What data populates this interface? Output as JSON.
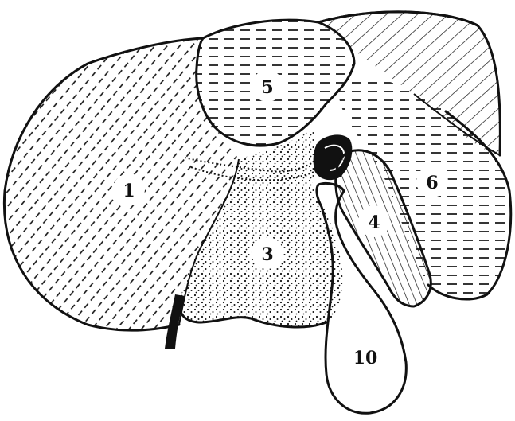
{
  "diagram": {
    "labels": {
      "region_1": "1",
      "region_3": "3",
      "region_4": "4",
      "region_5": "5",
      "region_6": "6",
      "region_10": "10"
    },
    "colors": {
      "ink": "#111111",
      "paper": "#ffffff"
    }
  }
}
